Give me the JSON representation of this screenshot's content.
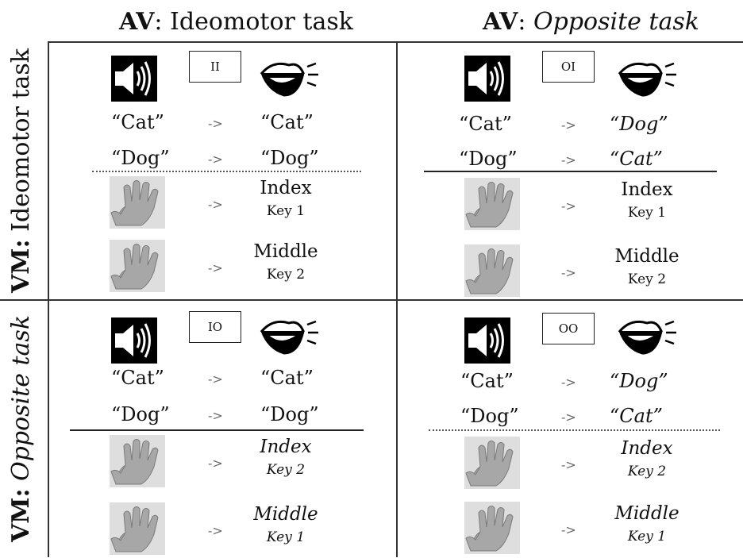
{
  "columns": [
    {
      "bold": "AV",
      "sep": ": ",
      "name": "Ideomotor task",
      "italic": false
    },
    {
      "bold": "AV",
      "sep": ": ",
      "name": "Opposite task",
      "italic": true
    }
  ],
  "rows": [
    {
      "bold": "VM:",
      "name": " Ideomotor task",
      "italic": false
    },
    {
      "bold": "VM:",
      "name": " Opposite task",
      "italic": true
    }
  ],
  "arrow": "->",
  "cells": [
    {
      "code": "II",
      "audio": [
        {
          "heard": "“Cat”",
          "say": "“Cat”",
          "say_italic": false
        },
        {
          "heard": "“Dog”",
          "say": "“Dog”",
          "say_italic": false
        }
      ],
      "divider": "dotted",
      "fingers": [
        {
          "finger": "Index",
          "key": "Key 1",
          "italic": false
        },
        {
          "finger": "Middle",
          "key": "Key 2",
          "italic": false
        }
      ]
    },
    {
      "code": "OI",
      "audio": [
        {
          "heard": "“Cat”",
          "say": "“Dog”",
          "say_italic": true
        },
        {
          "heard": "“Dog”",
          "say": "“Cat”",
          "say_italic": true
        }
      ],
      "divider": "solid",
      "fingers": [
        {
          "finger": "Index",
          "key": "Key 1",
          "italic": false
        },
        {
          "finger": "Middle",
          "key": "Key 2",
          "italic": false
        }
      ]
    },
    {
      "code": "IO",
      "audio": [
        {
          "heard": "“Cat”",
          "say": "“Cat”",
          "say_italic": false
        },
        {
          "heard": "“Dog”",
          "say": "“Dog”",
          "say_italic": false
        }
      ],
      "divider": "solid",
      "fingers": [
        {
          "finger": "Index",
          "key": "Key 2",
          "italic": true
        },
        {
          "finger": "Middle",
          "key": "Key 1",
          "italic": true
        }
      ]
    },
    {
      "code": "OO",
      "audio": [
        {
          "heard": "“Cat”",
          "say": "“Dog”",
          "say_italic": true
        },
        {
          "heard": "“Dog”",
          "say": "“Cat”",
          "say_italic": true
        }
      ],
      "divider": "dotted",
      "fingers": [
        {
          "finger": "Index",
          "key": "Key 2",
          "italic": true
        },
        {
          "finger": "Middle",
          "key": "Key 1",
          "italic": true
        }
      ]
    }
  ]
}
